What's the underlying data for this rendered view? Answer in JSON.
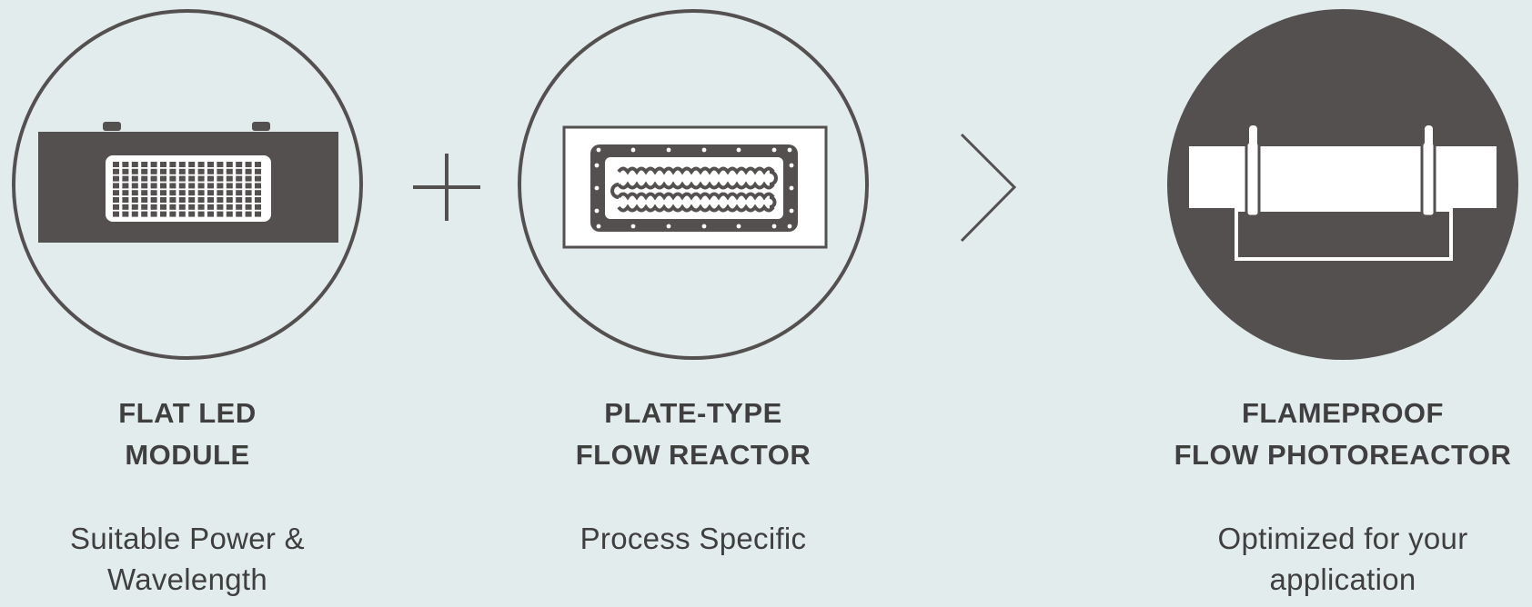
{
  "colors": {
    "background": "#e3ecec",
    "dark": "#545050",
    "text": "#3f3f3f",
    "white": "#ffffff"
  },
  "operators": {
    "plus": "plus-icon",
    "arrow": "chevron-right-icon"
  },
  "items": [
    {
      "icon": "led-module-icon",
      "title_lines": [
        "FLAT LED",
        "MODULE"
      ],
      "subtitle_lines": [
        "Suitable Power &",
        "Wavelength"
      ]
    },
    {
      "icon": "plate-reactor-icon",
      "title_lines": [
        "PLATE-TYPE",
        "FLOW REACTOR"
      ],
      "subtitle_lines": [
        "Process Specific"
      ]
    },
    {
      "icon": "photoreactor-icon",
      "title_lines": [
        "FLAMEPROOF",
        "FLOW PHOTOREACTOR"
      ],
      "subtitle_lines": [
        "Optimized for your",
        "application"
      ]
    }
  ]
}
